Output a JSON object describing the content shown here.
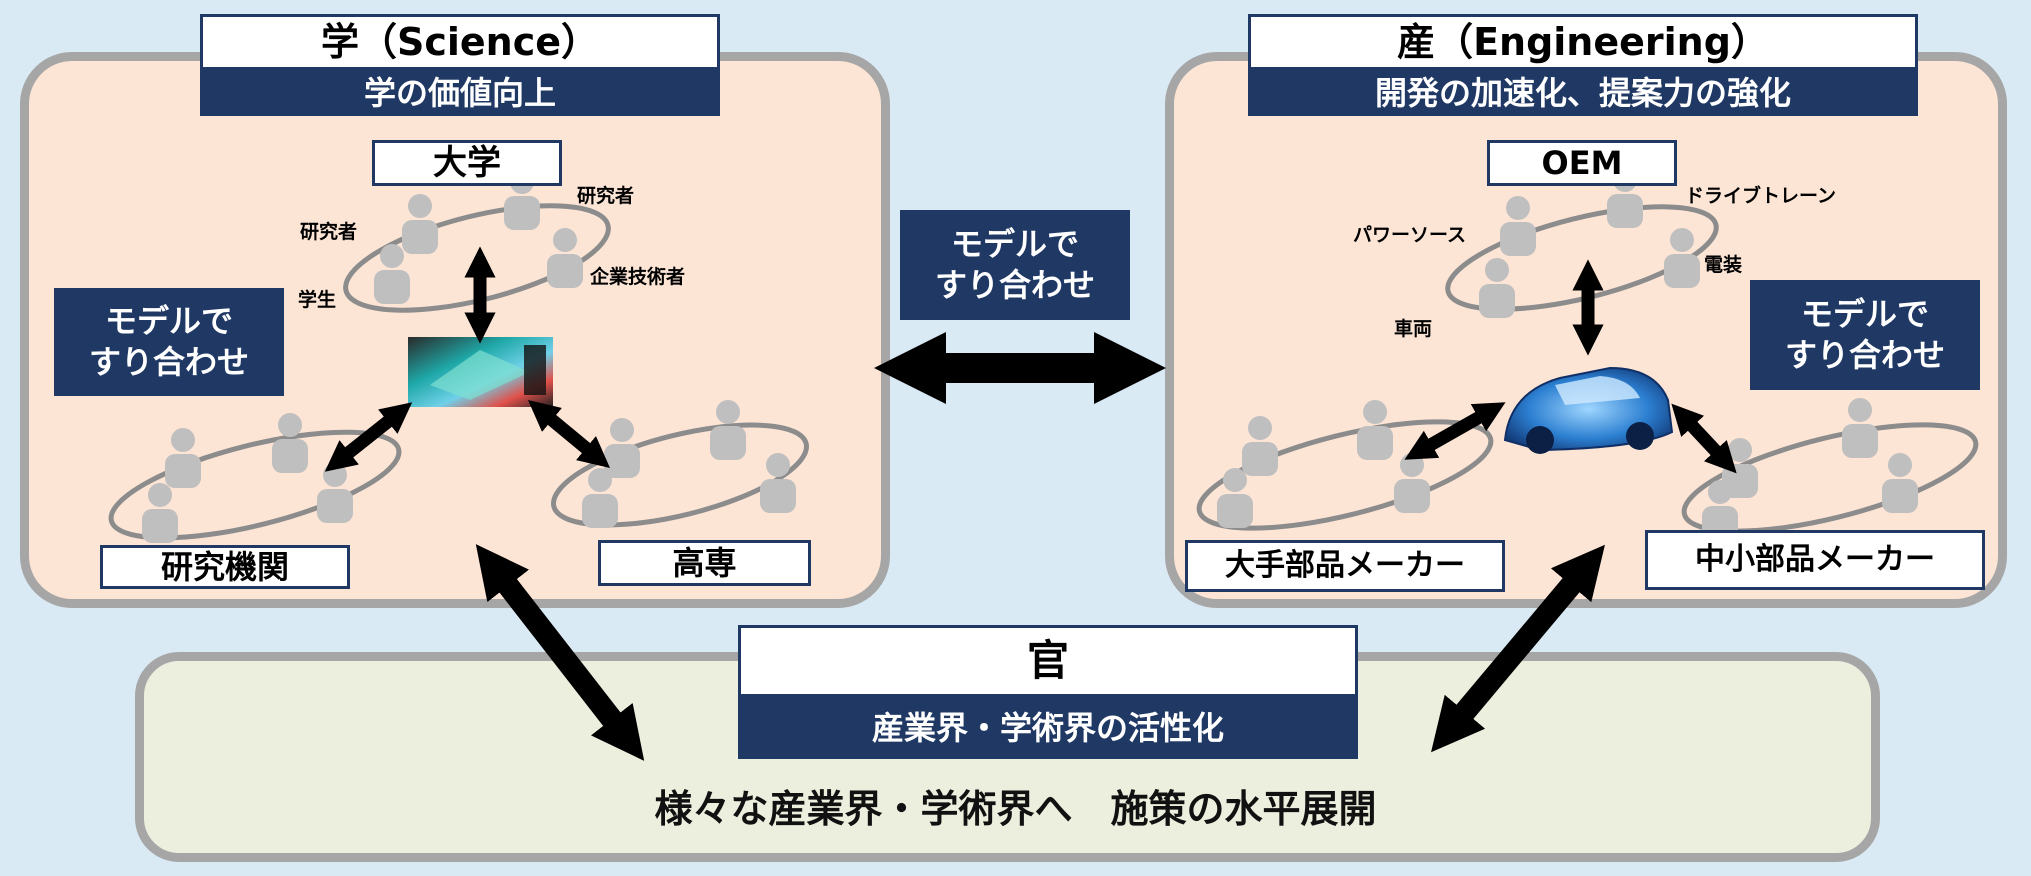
{
  "science": {
    "header": "学（Science）",
    "subheader": "学の価値向上",
    "hub_label": "大学",
    "people_labels": [
      "研究者",
      "研究者",
      "学生",
      "企業技術者"
    ],
    "callout": [
      "モデルで",
      "すり合わせ"
    ],
    "group_left_label": "研究機関",
    "group_right_label": "高専"
  },
  "engineering": {
    "header": "産（Engineering）",
    "subheader": "開発の加速化、提案力の強化",
    "hub_label": "OEM",
    "people_labels": [
      "パワーソース",
      "ドライブトレーン",
      "電装",
      "車両"
    ],
    "callout": [
      "モデルで",
      "すり合わせ"
    ],
    "group_left_label": "大手部品メーカー",
    "group_right_label": "中小部品メーカー"
  },
  "center_callout": [
    "モデルで",
    "すり合わせ"
  ],
  "government": {
    "header": "官",
    "subheader": "産業界・学術界の活性化",
    "bottom_text": "様々な産業界・学術界へ　施策の水平展開"
  }
}
